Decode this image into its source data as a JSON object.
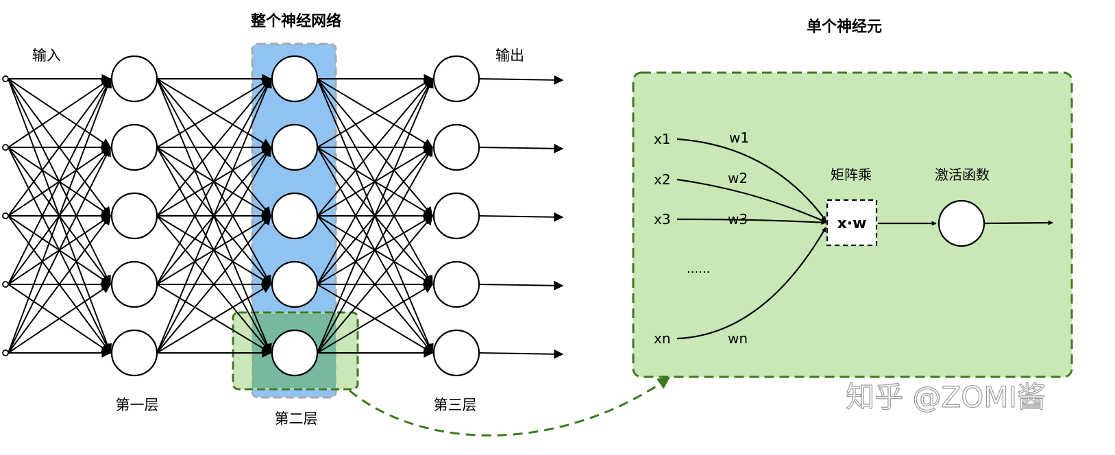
{
  "network": {
    "title": "整个神经网络",
    "input_label": "输入",
    "output_label": "输出",
    "layer_labels": [
      "第一层",
      "第二层",
      "第三层"
    ],
    "neurons_per_layer": 5,
    "layers": 3
  },
  "neuron": {
    "title": "单个神经元",
    "inputs": [
      "x1",
      "x2",
      "x3",
      "xn"
    ],
    "weights": [
      "w1",
      "w2",
      "w3",
      "wn"
    ],
    "ellipsis": "......",
    "matmul_label": "矩阵乘",
    "matmul_text": "x·w",
    "activation_label": "激活函数"
  },
  "watermark": "知乎 @ZOMI酱",
  "colors": {
    "highlight_blue": "#90c3f2",
    "highlight_green": "#b9dda2",
    "overlap_teal": "#6db39a",
    "panel_green": "#c9e8b6",
    "dashed_green": "#3d7a1e",
    "line": "#000000"
  }
}
